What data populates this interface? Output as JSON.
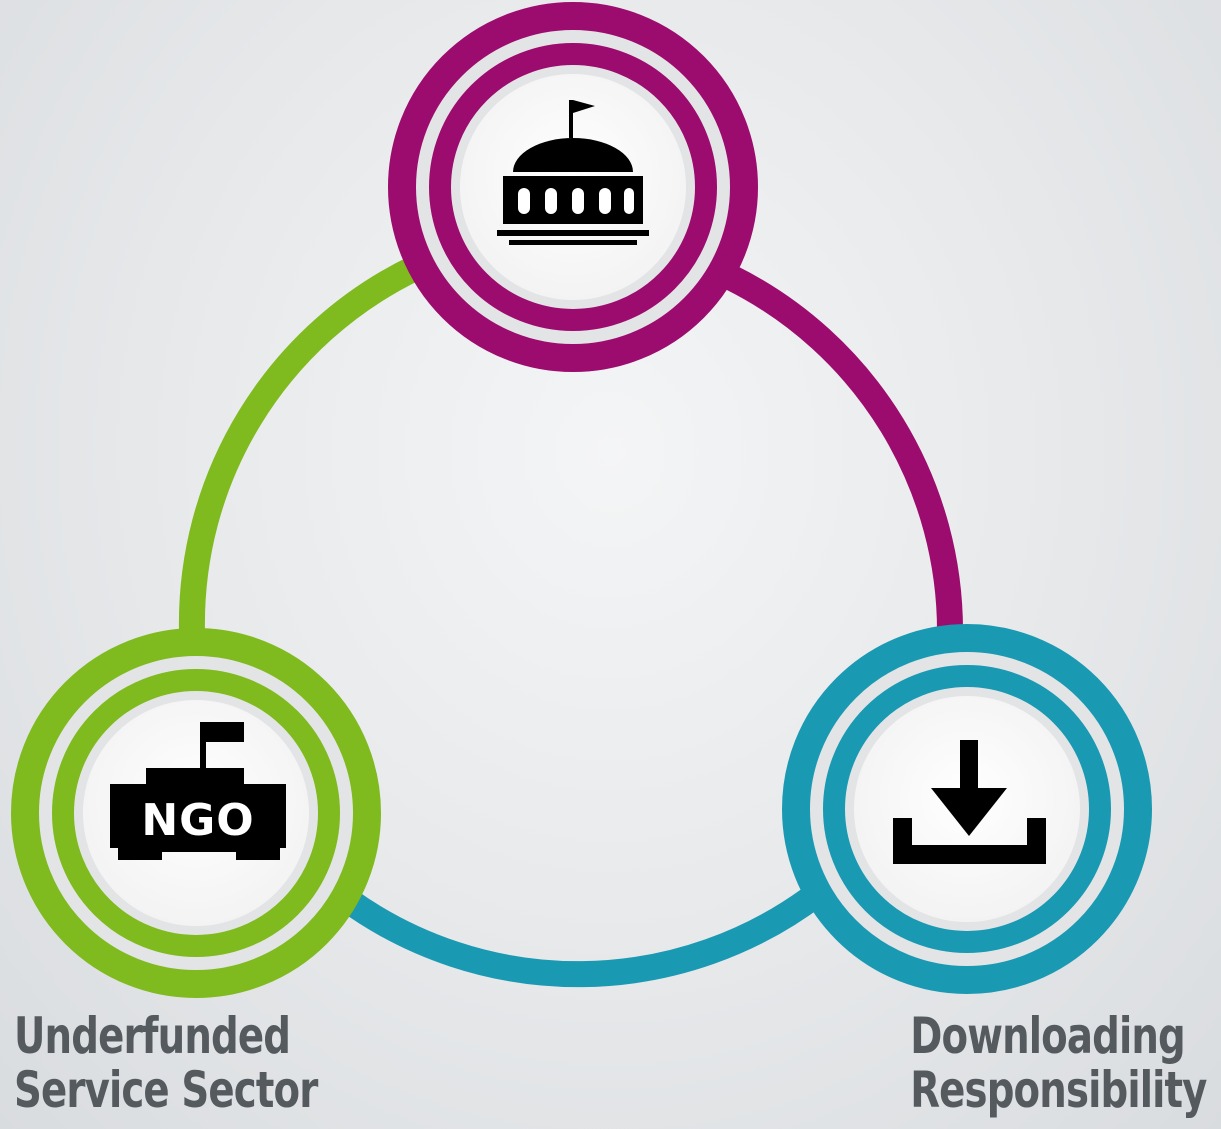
{
  "nodes": {
    "government": {
      "icon": "government-building-icon",
      "color": "#9c0b6e"
    },
    "ngo": {
      "icon": "ngo-building-icon",
      "icon_text": "NGO",
      "color": "#7fba1e",
      "label_lines": [
        "Underfunded",
        "Service Sector"
      ]
    },
    "download": {
      "icon": "download-icon",
      "color": "#1a99b3",
      "label_lines": [
        "Downloading",
        "Responsibility"
      ]
    }
  },
  "connectors": {
    "government_download": {
      "color": "#9c0b6e"
    },
    "download_ngo": {
      "color": "#1a99b3"
    },
    "ngo_government": {
      "color": "#7fba1e"
    }
  }
}
